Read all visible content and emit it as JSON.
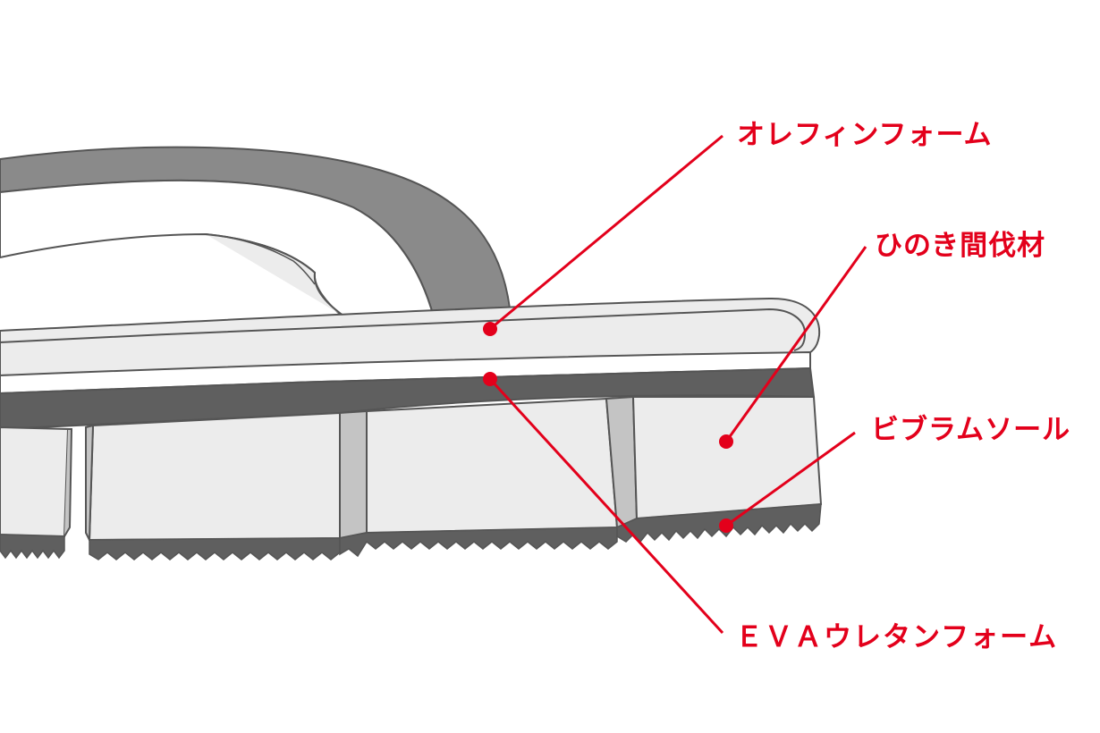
{
  "colors": {
    "accent": "#e3001b",
    "strap": "#8a8a8a",
    "outline": "#555555",
    "light_fill": "#ececec",
    "mid_fill": "#c4c4c4",
    "dark_fill": "#5f5f5f",
    "white": "#ffffff"
  },
  "labels": [
    {
      "id": "olefin",
      "text": "オレフィンフォーム"
    },
    {
      "id": "hinoki",
      "text": "ひのき間伐材"
    },
    {
      "id": "vibram",
      "text": "ビブラムソール"
    },
    {
      "id": "eva",
      "text": "ＥＶＡウレタンフォーム"
    }
  ]
}
